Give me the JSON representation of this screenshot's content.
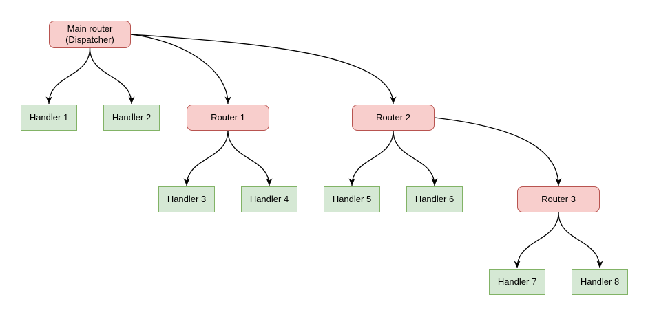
{
  "diagram": {
    "type": "flowchart",
    "background": "#ffffff",
    "colors": {
      "background": "#ffffff",
      "router_fill": "#f8cecc",
      "router_stroke": "#b85450",
      "handler_fill": "#d5e8d4",
      "handler_stroke": "#82b366",
      "edge_stroke": "#000000"
    },
    "nodes": [
      {
        "id": "main-router",
        "label": "Main router\n(Dispatcher)",
        "kind": "router"
      },
      {
        "id": "handler-1",
        "label": "Handler 1",
        "kind": "handler"
      },
      {
        "id": "handler-2",
        "label": "Handler 2",
        "kind": "handler"
      },
      {
        "id": "router-1",
        "label": "Router 1",
        "kind": "router"
      },
      {
        "id": "router-2",
        "label": "Router 2",
        "kind": "router"
      },
      {
        "id": "handler-3",
        "label": "Handler 3",
        "kind": "handler"
      },
      {
        "id": "handler-4",
        "label": "Handler 4",
        "kind": "handler"
      },
      {
        "id": "handler-5",
        "label": "Handler 5",
        "kind": "handler"
      },
      {
        "id": "handler-6",
        "label": "Handler 6",
        "kind": "handler"
      },
      {
        "id": "router-3",
        "label": "Router 3",
        "kind": "router"
      },
      {
        "id": "handler-7",
        "label": "Handler 7",
        "kind": "handler"
      },
      {
        "id": "handler-8",
        "label": "Handler 8",
        "kind": "handler"
      }
    ],
    "edges": [
      {
        "from": "main-router",
        "to": "handler-1"
      },
      {
        "from": "main-router",
        "to": "handler-2"
      },
      {
        "from": "main-router",
        "to": "router-1"
      },
      {
        "from": "main-router",
        "to": "router-2"
      },
      {
        "from": "router-1",
        "to": "handler-3"
      },
      {
        "from": "router-1",
        "to": "handler-4"
      },
      {
        "from": "router-2",
        "to": "handler-5"
      },
      {
        "from": "router-2",
        "to": "handler-6"
      },
      {
        "from": "router-2",
        "to": "router-3"
      },
      {
        "from": "router-3",
        "to": "handler-7"
      },
      {
        "from": "router-3",
        "to": "handler-8"
      }
    ]
  }
}
